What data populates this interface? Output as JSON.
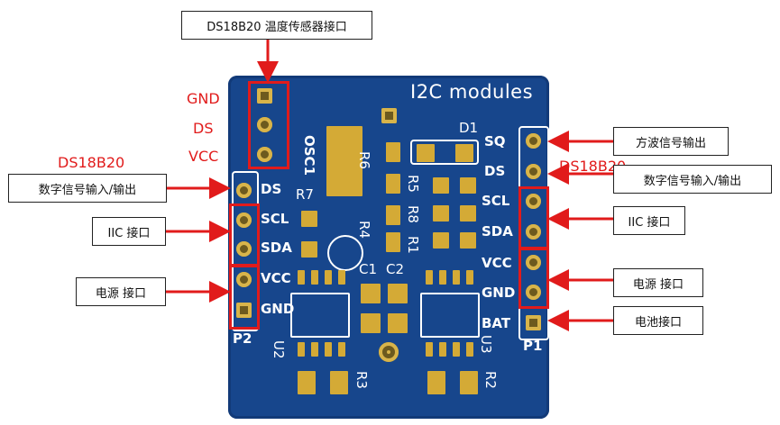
{
  "callouts": {
    "ds18b20_port": "DS18B20 温度传感器接口",
    "digital_io_left": "数字信号输入/输出",
    "iic_left": "IIC 接口",
    "power_left": "电源 接口",
    "square_wave_out": "方波信号输出",
    "digital_io_right": "数字信号输入/输出",
    "iic_right": "IIC 接口",
    "power_right": "电源 接口",
    "battery_port": "电池接口"
  },
  "red_labels": {
    "gnd": "GND",
    "ds": "DS",
    "vcc": "VCC",
    "ds18b20_left": "DS18B20",
    "ds18b20_right": "DS18B20"
  },
  "board": {
    "title": "I2C modules",
    "p2_pins": [
      "DS",
      "SCL",
      "SDA",
      "VCC",
      "GND"
    ],
    "p2_name": "P2",
    "p1_pins": [
      "SQ",
      "DS",
      "SCL",
      "SDA",
      "VCC",
      "GND",
      "BAT"
    ],
    "p1_name": "P1",
    "parts": {
      "osc1": "OSC1",
      "d1": "D1",
      "r7": "R7",
      "r6": "R6",
      "r5": "R5",
      "r8": "R8",
      "r4": "R4",
      "r1": "R1",
      "c1": "C1",
      "c2": "C2",
      "u2": "U2",
      "u3": "U3",
      "r3": "R3",
      "r2": "R2"
    }
  },
  "colors": {
    "board": "#17468c",
    "accent": "#e11b1b",
    "pad": "#d4aa36"
  }
}
